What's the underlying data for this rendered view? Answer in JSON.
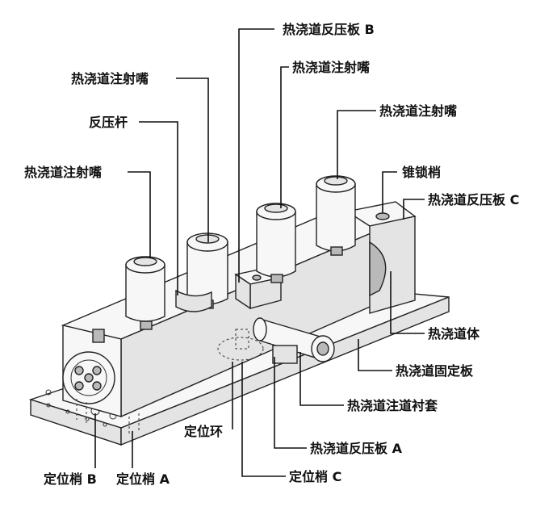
{
  "labels": {
    "hot_runner_back_plate_b": "热浇道反压板 B",
    "nozzle_1": "热浇道注射嘴",
    "nozzle_2": "热浇道注射嘴",
    "nozzle_3": "热浇道注射嘴",
    "nozzle_4": "热浇道注射嘴",
    "back_pressure_rod": "反压杆",
    "taper_lock_pin": "锥锁梢",
    "hot_runner_back_plate_c": "热浇道反压板 C",
    "hot_runner_body": "热浇道体",
    "hot_runner_fixing_plate": "热浇道固定板",
    "sprue_bushing": "热浇道注道衬套",
    "locating_ring": "定位环",
    "hot_runner_back_plate_a": "热浇道反压板 A",
    "dowel_b": "定位梢 B",
    "dowel_a": "定位梢 A",
    "dowel_c": "定位梢 C"
  },
  "colors": {
    "ink": "#111111",
    "fill_light": "#f7f7f7",
    "fill_mid": "#e4e4e4",
    "fill_dark": "#b9b9b9"
  }
}
